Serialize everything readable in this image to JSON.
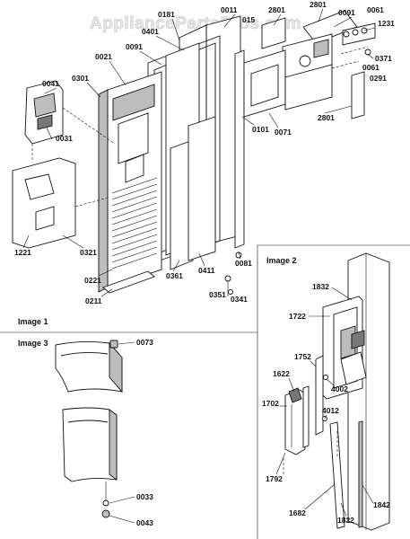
{
  "watermark": "AppliancePartsPros.com",
  "sections": {
    "image1": "Image 1",
    "image2": "Image 2",
    "image3": "Image 3"
  },
  "labels": {
    "p0011": "0011",
    "p0181": "0181",
    "p0401": "0401",
    "p0091a": "0091",
    "p0021": "0021",
    "p0301": "0301",
    "p0041": "0041",
    "p0031": "0031",
    "p1221": "1221",
    "p0321": "0321",
    "p0221": "0221",
    "p0211": "0211",
    "p0361": "0361",
    "p0411": "0411",
    "p0081": "0081",
    "p0351": "0351",
    "p0341": "0341",
    "p0101": "0101",
    "p0071": "0071",
    "p2801a": "2801",
    "p2801b": "2801",
    "p2801c": "2801",
    "p0091b": "0091",
    "p0061a": "0061",
    "p1231": "1231",
    "p0371": "0371",
    "p0061b": "0061",
    "p0291": "0291",
    "p1832": "1832",
    "p1722": "1722",
    "p1752": "1752",
    "p1622": "1622",
    "p4002": "4002",
    "p1702": "1702",
    "p4012": "4012",
    "p1792": "1792",
    "p1682": "1682",
    "p1822": "1822",
    "p1842": "1842",
    "p0073": "0073",
    "p0033": "0033",
    "p0043": "0043",
    "p0151": "015"
  }
}
